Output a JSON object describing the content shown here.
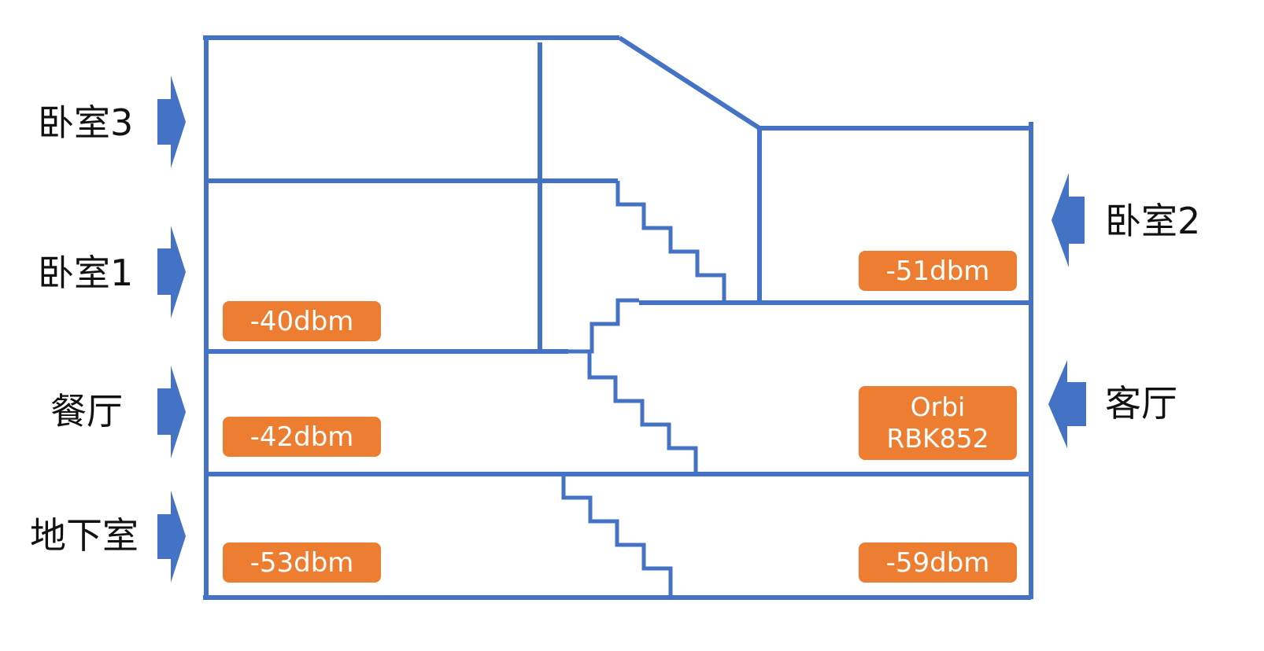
{
  "colors": {
    "wall": "#4472C4",
    "arrow": "#4472C4",
    "badge": "#ED7D31",
    "badge_text": "#FFFFFF",
    "label_text": "#111111"
  },
  "rooms": {
    "bedroom3": {
      "label": "卧室3"
    },
    "bedroom1": {
      "label": "卧室1",
      "signal": "-40dbm"
    },
    "bedroom2": {
      "label": "卧室2",
      "signal": "-51dbm"
    },
    "dining": {
      "label": "餐厅",
      "signal": "-42dbm"
    },
    "living": {
      "label": "客厅",
      "router_line1": "Orbi",
      "router_line2": "RBK852"
    },
    "basement": {
      "label": "地下室",
      "signal_left": "-53dbm",
      "signal_right": "-59dbm"
    }
  }
}
